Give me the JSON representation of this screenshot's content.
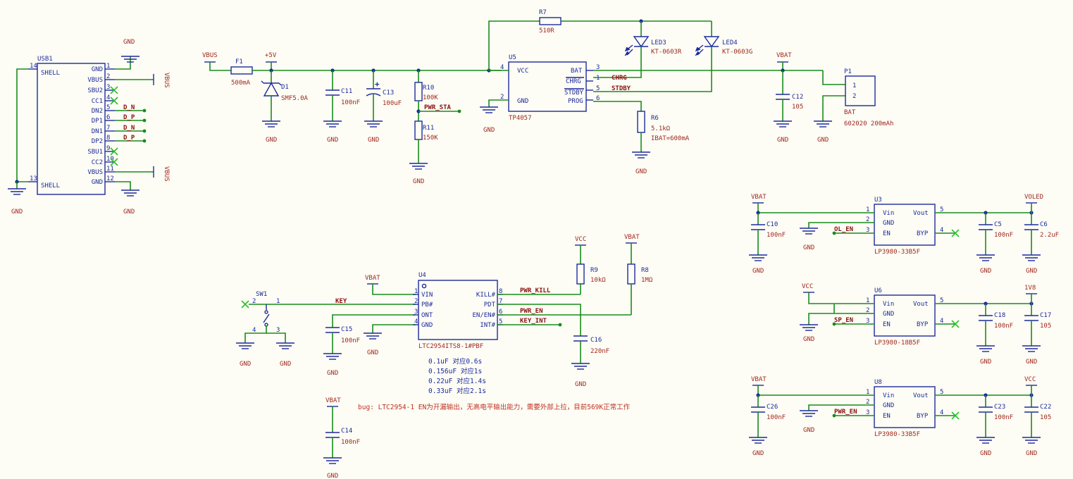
{
  "usb": {
    "ref": "USB1",
    "pins": [
      {
        "num": "14",
        "name": "SHELL"
      },
      {
        "num": "1",
        "name": "GND"
      },
      {
        "num": "2",
        "name": "VBUS"
      },
      {
        "num": "3",
        "name": "SBU2"
      },
      {
        "num": "4",
        "name": "CC1"
      },
      {
        "num": "5",
        "name": "DN2"
      },
      {
        "num": "6",
        "name": "DP1"
      },
      {
        "num": "7",
        "name": "DN1"
      },
      {
        "num": "8",
        "name": "DP2"
      },
      {
        "num": "9",
        "name": "SBU1"
      },
      {
        "num": "10",
        "name": "CC2"
      },
      {
        "num": "11",
        "name": "VBUS"
      },
      {
        "num": "12",
        "name": "GND"
      },
      {
        "num": "13",
        "name": "SHELL"
      }
    ],
    "nets": [
      "D_N",
      "D_P",
      "D_N",
      "D_P"
    ]
  },
  "labels": {
    "gnd": "GND",
    "vbus": "VBUS",
    "vbat": "VBAT",
    "vcc": "VCC",
    "p5v": "+5V",
    "voled": "VOLED",
    "v1v8": "1V8",
    "chrg": "CHRG",
    "stdby": "STDBY",
    "pwr_sta": "PWR_STA",
    "key": "KEY",
    "pwr_kill": "PWR_KILL",
    "pwr_en": "PWR_EN",
    "key_int": "KEY_INT",
    "ol_en": "OL_EN",
    "sp_en": "SP_EN"
  },
  "parts": {
    "f1": {
      "ref": "F1",
      "val": "500mA"
    },
    "d1": {
      "ref": "D1",
      "val": "SMF5.0A"
    },
    "c11": {
      "ref": "C11",
      "val": "100nF"
    },
    "c13": {
      "ref": "C13",
      "val": "100uF"
    },
    "r10": {
      "ref": "R10",
      "val": "100K"
    },
    "r11": {
      "ref": "R11",
      "val": "150K"
    },
    "r7": {
      "ref": "R7",
      "val": "510R"
    },
    "led3": {
      "ref": "LED3",
      "val": "KT-0603R"
    },
    "led4": {
      "ref": "LED4",
      "val": "KT-0603G"
    },
    "r6": {
      "ref": "R6",
      "val": "5.1kΩ",
      "note": "IBAT=600mA"
    },
    "c12": {
      "ref": "C12",
      "val": "105"
    },
    "p1": {
      "ref": "P1",
      "val": "BAT",
      "note": "602020 200mAh"
    },
    "sw1": {
      "ref": "SW1"
    },
    "c15": {
      "ref": "C15",
      "val": "100nF"
    },
    "r9": {
      "ref": "R9",
      "val": "10kΩ"
    },
    "r8": {
      "ref": "R8",
      "val": "1MΩ"
    },
    "c16": {
      "ref": "C16",
      "val": "220nF"
    },
    "c14": {
      "ref": "C14",
      "val": "100nF"
    },
    "c10": {
      "ref": "C10",
      "val": "100nF"
    },
    "c5": {
      "ref": "C5",
      "val": "100nF"
    },
    "c6": {
      "ref": "C6",
      "val": "2.2uF"
    },
    "c18": {
      "ref": "C18",
      "val": "100nF"
    },
    "c17": {
      "ref": "C17",
      "val": "105"
    },
    "c26": {
      "ref": "C26",
      "val": "100nF"
    },
    "c23": {
      "ref": "C23",
      "val": "100nF"
    },
    "c22": {
      "ref": "C22",
      "val": "105"
    }
  },
  "u5": {
    "ref": "U5",
    "part": "TP4057",
    "pins": {
      "vcc": "VCC",
      "gnd": "GND",
      "bat": "BAT",
      "chrg": "CHRG",
      "stdby": "STDBY",
      "prog": "PROG"
    },
    "nums": [
      "4",
      "2",
      "3",
      "1",
      "5",
      "6"
    ]
  },
  "u4": {
    "ref": "U4",
    "part": "LTC2954ITS8-1#PBF",
    "left": [
      {
        "num": "1",
        "name": "VIN"
      },
      {
        "num": "2",
        "name": "PB#"
      },
      {
        "num": "3",
        "name": "ONT"
      },
      {
        "num": "4",
        "name": "GND"
      }
    ],
    "right": [
      {
        "num": "8",
        "name": "KILL#"
      },
      {
        "num": "7",
        "name": "PDT"
      },
      {
        "num": "6",
        "name": "EN/EN#"
      },
      {
        "num": "5",
        "name": "INT#"
      }
    ]
  },
  "sw1_pins": [
    "2",
    "1",
    "4",
    "3"
  ],
  "p1_pins": [
    "1",
    "2"
  ],
  "ldos": [
    {
      "ref": "U3",
      "part": "LP3980-33B5F"
    },
    {
      "ref": "U6",
      "part": "LP3980-18B5F"
    },
    {
      "ref": "U8",
      "part": "LP3980-33B5F"
    }
  ],
  "ldo_pins": {
    "vin": "Vin",
    "gnd": "GND",
    "en": "EN",
    "vout": "Vout",
    "byp": "BYP",
    "n1": "1",
    "n2": "2",
    "n3": "3",
    "n4": "4",
    "n5": "5"
  },
  "notes": {
    "timing": [
      "0.1uF 对应0.6s",
      "0.156uF 对应1s",
      "0.22uF 对应1.4s",
      "0.33uF 对应2.1s"
    ],
    "bug": "bug: LTC2954-1 EN为开漏输出，无高电平输出能力，需要外部上拉，目前569K正常工作"
  }
}
